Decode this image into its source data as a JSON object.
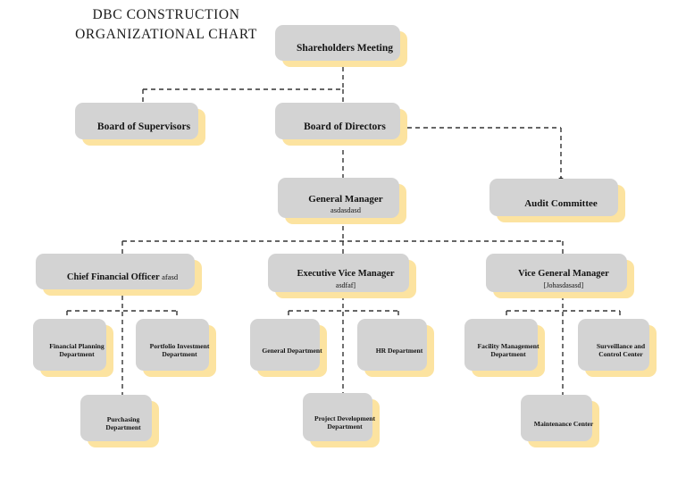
{
  "chart_data": {
    "type": "diagram",
    "title": "DBC CONSTRUCTION\nORGANIZATIONAL CHART",
    "diagram_kind": "organizational-chart",
    "style": {
      "node_fill": "#fce3a0",
      "node_shadow": "#d3d3d3",
      "edge_color": "#333333",
      "edge_style": "dashed",
      "edge_endpoint_marker": "dot",
      "background": "#ffffff"
    },
    "nodes": [
      {
        "id": "shareholders",
        "label": "Shareholders Meeting",
        "sublabel": "",
        "level": 1
      },
      {
        "id": "supervisors",
        "label": "Board of Supervisors",
        "sublabel": "",
        "level": 1
      },
      {
        "id": "directors",
        "label": "Board of Directors",
        "sublabel": "",
        "level": 1
      },
      {
        "id": "gm",
        "label": "General Manager",
        "sublabel": "asdasdasd",
        "level": 2
      },
      {
        "id": "audit",
        "label": "Audit Committee",
        "sublabel": "",
        "level": 2
      },
      {
        "id": "cfo",
        "label": "Chief Financial Officer",
        "sublabel": "afasd",
        "level": 3
      },
      {
        "id": "evm",
        "label": "Executive Vice Manager",
        "sublabel": "asdfaf]",
        "level": 3
      },
      {
        "id": "vgm",
        "label": "Vice General Manager",
        "sublabel": "[Johasdasasd]",
        "level": 3
      },
      {
        "id": "fin-planning",
        "label": "Financial Planning Department",
        "sublabel": "",
        "level": 4
      },
      {
        "id": "portfolio",
        "label": "Portfolio Investment Department",
        "sublabel": "",
        "level": 4
      },
      {
        "id": "purchasing",
        "label": "Purchasing Department",
        "sublabel": "",
        "level": 4
      },
      {
        "id": "general-dept",
        "label": "General Department",
        "sublabel": "",
        "level": 4
      },
      {
        "id": "hr-dept",
        "label": "HR Department",
        "sublabel": "",
        "level": 4
      },
      {
        "id": "project-dev",
        "label": "Project Development Department",
        "sublabel": "",
        "level": 4
      },
      {
        "id": "facility",
        "label": "Facility Management Department",
        "sublabel": "",
        "level": 4
      },
      {
        "id": "surveillance",
        "label": "Surveillance and Control Center",
        "sublabel": "",
        "level": 4
      },
      {
        "id": "maintenance",
        "label": "Maintenance Center",
        "sublabel": "",
        "level": 4
      }
    ],
    "edges": [
      {
        "from": "shareholders",
        "to": "supervisors"
      },
      {
        "from": "shareholders",
        "to": "directors"
      },
      {
        "from": "directors",
        "to": "gm"
      },
      {
        "from": "directors",
        "to": "audit"
      },
      {
        "from": "gm",
        "to": "cfo"
      },
      {
        "from": "gm",
        "to": "evm"
      },
      {
        "from": "gm",
        "to": "vgm"
      },
      {
        "from": "cfo",
        "to": "fin-planning"
      },
      {
        "from": "cfo",
        "to": "portfolio"
      },
      {
        "from": "cfo",
        "to": "purchasing"
      },
      {
        "from": "evm",
        "to": "general-dept"
      },
      {
        "from": "evm",
        "to": "hr-dept"
      },
      {
        "from": "evm",
        "to": "project-dev"
      },
      {
        "from": "vgm",
        "to": "facility"
      },
      {
        "from": "vgm",
        "to": "surveillance"
      },
      {
        "from": "vgm",
        "to": "maintenance"
      }
    ]
  }
}
